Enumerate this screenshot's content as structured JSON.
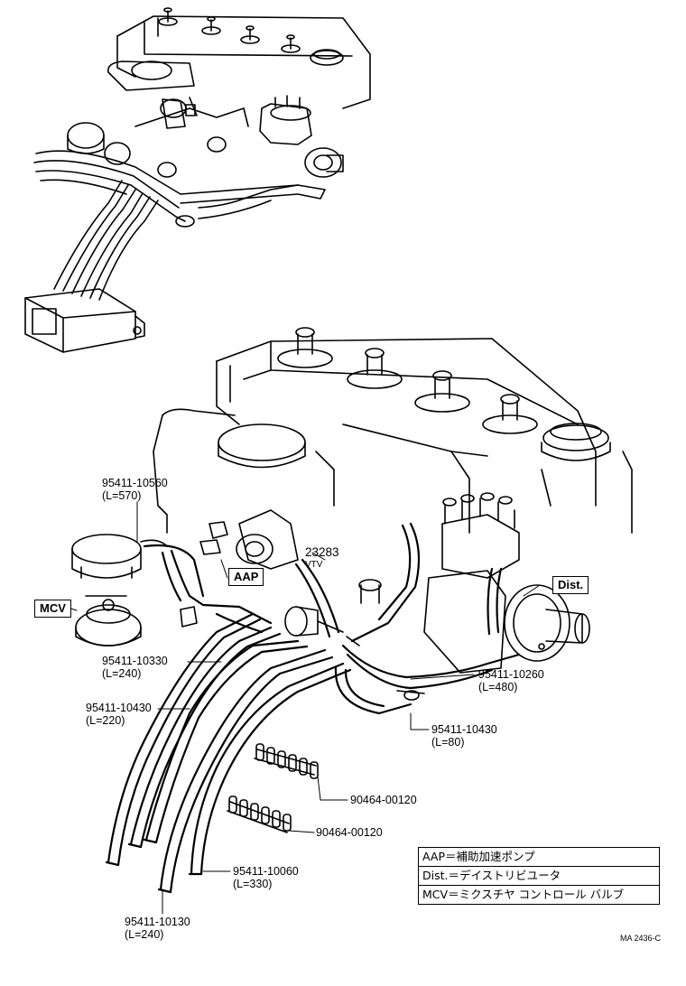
{
  "parts": [
    {
      "id": "hose-10560",
      "number": "95411-10560",
      "length": "(L=570)"
    },
    {
      "id": "vtv-23283",
      "number": "23283",
      "length": "VTV"
    },
    {
      "id": "hose-10330",
      "number": "95411-10330",
      "length": "(L=240)"
    },
    {
      "id": "hose-10430a",
      "number": "95411-10430",
      "length": "(L=220)"
    },
    {
      "id": "hose-10260",
      "number": "95411-10260",
      "length": "(L=480)"
    },
    {
      "id": "hose-10430b",
      "number": "95411-10430",
      "length": "(L=80)"
    },
    {
      "id": "clip-a",
      "number": "90464-00120",
      "length": ""
    },
    {
      "id": "clip-b",
      "number": "90464-00120",
      "length": ""
    },
    {
      "id": "hose-10060",
      "number": "95411-10060",
      "length": "(L=330)"
    },
    {
      "id": "hose-10130",
      "number": "95411-10130",
      "length": "(L=240)"
    }
  ],
  "callouts": {
    "aap": "AAP",
    "mcv": "MCV",
    "dist": "Dist."
  },
  "legend": [
    "AAP＝補助加速ポンプ",
    "Dist.＝デイストリビユータ",
    "MCV＝ミクスチヤ コントロール バルブ"
  ],
  "figure_code": "MA 2436-C"
}
